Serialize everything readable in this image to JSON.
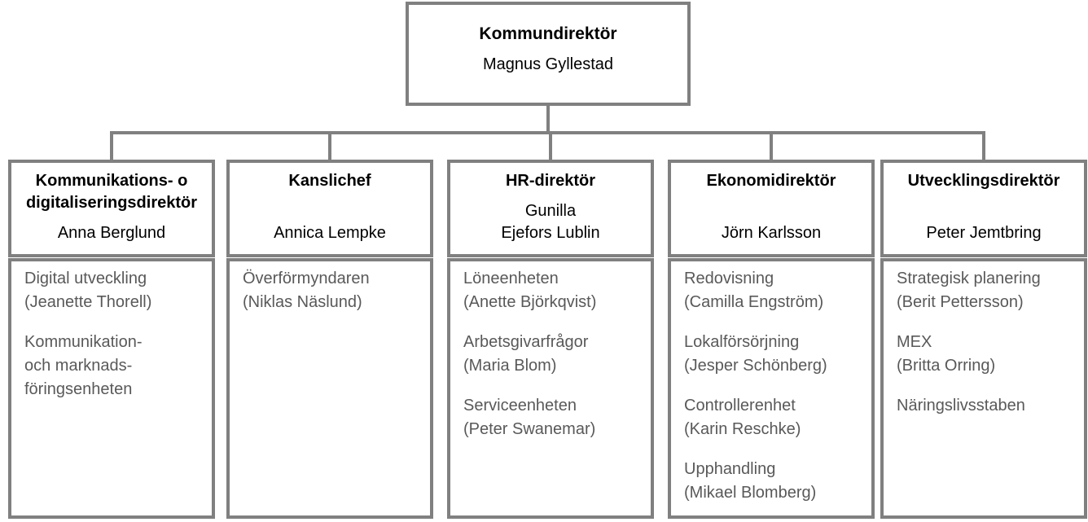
{
  "colors": {
    "border": "#808080",
    "text_main": "#000000",
    "text_sub": "#595959"
  },
  "org": {
    "root": {
      "title": "Kommundirektör",
      "name": "Magnus Gyllestad"
    },
    "columns": [
      {
        "title_lines": [
          "Kommunikations- o",
          "digitaliseringsdirektör"
        ],
        "name_lines": [
          "Anna Berglund"
        ],
        "units": [
          {
            "lines": [
              "Digital utveckling",
              "(Jeanette Thorell)"
            ]
          },
          {
            "lines": [
              "Kommunikation-",
              "och marknads-",
              "föringsenheten"
            ]
          }
        ]
      },
      {
        "title_lines": [
          "Kanslichef"
        ],
        "name_lines": [
          "Annica Lempke"
        ],
        "units": [
          {
            "lines": [
              "Överförmyndaren",
              "(Niklas Näslund)"
            ]
          }
        ]
      },
      {
        "title_lines": [
          "HR-direktör"
        ],
        "name_lines": [
          "Gunilla",
          "Ejefors Lublin"
        ],
        "units": [
          {
            "lines": [
              "Löneenheten",
              "(Anette Björkqvist)"
            ]
          },
          {
            "lines": [
              "Arbetsgivarfrågor",
              "(Maria Blom)"
            ]
          },
          {
            "lines": [
              "Serviceenheten",
              "(Peter Swanemar)"
            ]
          }
        ]
      },
      {
        "title_lines": [
          "Ekonomidirektör"
        ],
        "name_lines": [
          "Jörn Karlsson"
        ],
        "units": [
          {
            "lines": [
              "Redovisning",
              "(Camilla Engström)"
            ]
          },
          {
            "lines": [
              "Lokalförsörjning",
              "(Jesper Schönberg)"
            ]
          },
          {
            "lines": [
              "Controllerenhet",
              "(Karin Reschke)"
            ]
          },
          {
            "lines": [
              "Upphandling",
              "(Mikael Blomberg)"
            ]
          }
        ]
      },
      {
        "title_lines": [
          "Utvecklingsdirektör"
        ],
        "name_lines": [
          "Peter Jemtbring"
        ],
        "units": [
          {
            "lines": [
              "Strategisk planering",
              "(Berit Pettersson)"
            ]
          },
          {
            "lines": [
              "MEX",
              "(Britta Orring)"
            ]
          },
          {
            "lines": [
              "Näringslivsstaben"
            ]
          }
        ]
      }
    ]
  }
}
